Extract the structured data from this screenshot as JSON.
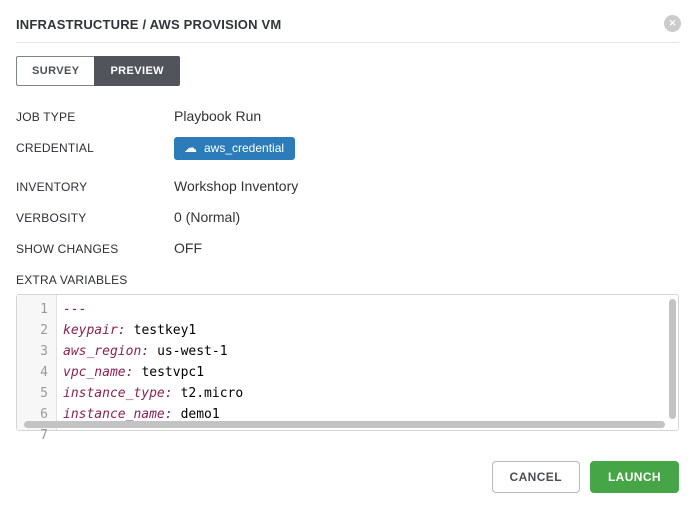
{
  "modal": {
    "title": "INFRASTRUCTURE / AWS PROVISION VM"
  },
  "icons": {
    "close": "✕",
    "cloud": "☁"
  },
  "tabs": [
    {
      "label": "SURVEY",
      "active": false
    },
    {
      "label": "PREVIEW",
      "active": true
    }
  ],
  "details": [
    {
      "label": "JOB TYPE",
      "value": "Playbook Run"
    },
    {
      "label": "CREDENTIAL",
      "value": "aws_credential",
      "badge": true,
      "icon": "cloud-icon"
    },
    {
      "label": "INVENTORY",
      "value": "Workshop Inventory"
    },
    {
      "label": "VERBOSITY",
      "value": "0 (Normal)"
    },
    {
      "label": "SHOW CHANGES",
      "value": "OFF"
    }
  ],
  "extra_variables": {
    "label": "EXTRA VARIABLES",
    "lines": [
      {
        "num": "1",
        "key": "---",
        "value": ""
      },
      {
        "num": "2",
        "key": "keypair:",
        "value": "testkey1"
      },
      {
        "num": "3",
        "key": "aws_region:",
        "value": "us-west-1"
      },
      {
        "num": "4",
        "key": "vpc_name:",
        "value": "testvpc1"
      },
      {
        "num": "5",
        "key": "instance_type:",
        "value": "t2.micro"
      },
      {
        "num": "6",
        "key": "instance_name:",
        "value": "demo1"
      },
      {
        "num": "7",
        "key": "",
        "value": ""
      }
    ]
  },
  "footer": {
    "cancel_label": "CANCEL",
    "launch_label": "LAUNCH"
  },
  "colors": {
    "badge_blue": "#2d7cba",
    "launch_green": "#46a546",
    "tab_active_bg": "#51555b",
    "yaml_key": "#8b2252",
    "scrollbar_thumb": "#c3c3c3"
  }
}
